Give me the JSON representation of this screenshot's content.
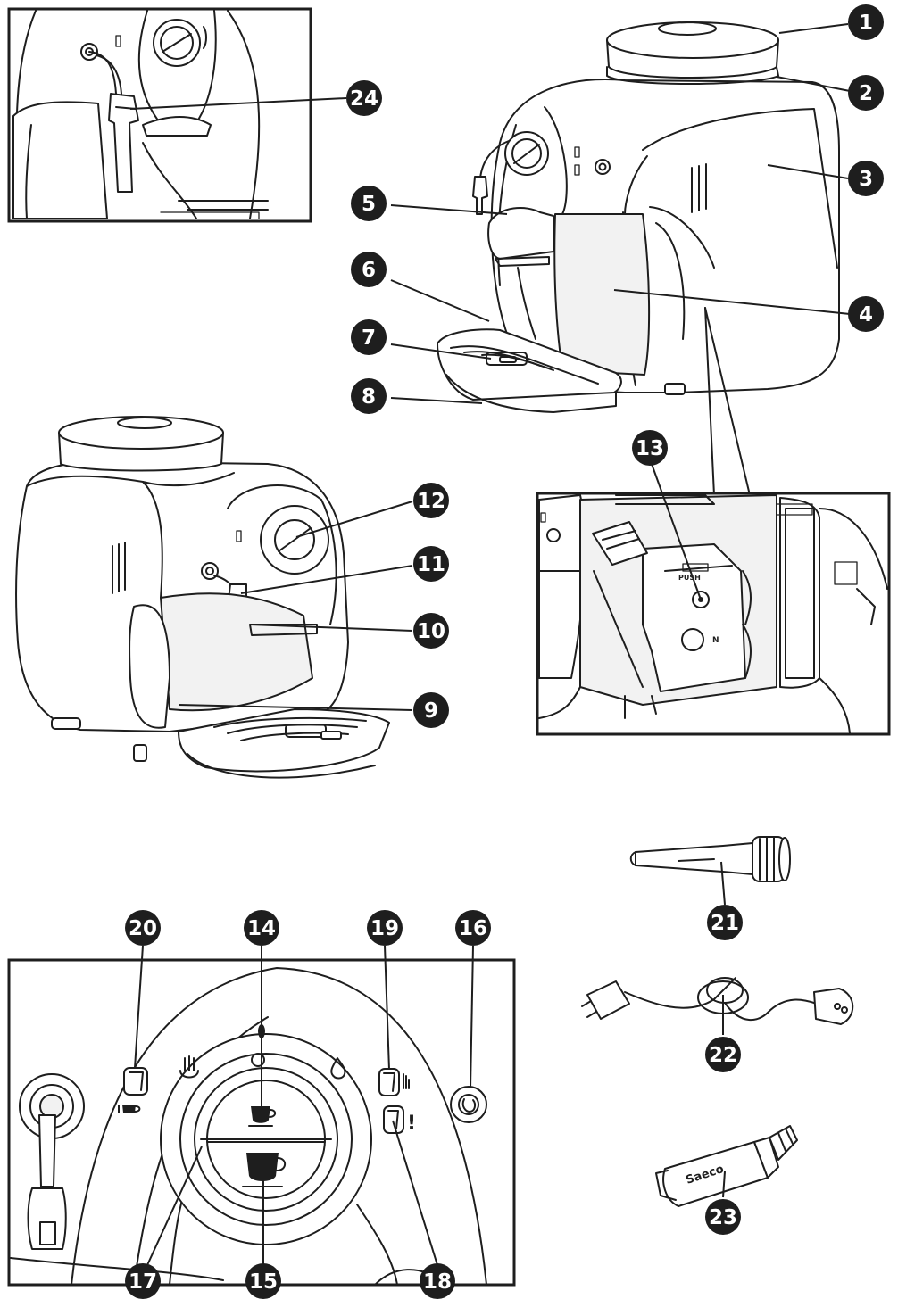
{
  "colors": {
    "ink": "#1e1e1e",
    "background": "#ffffff",
    "badge_fill": "#1e1e1e",
    "badge_text": "#ffffff"
  },
  "callouts": [
    {
      "id": "1",
      "label": "1"
    },
    {
      "id": "2",
      "label": "2"
    },
    {
      "id": "3",
      "label": "3"
    },
    {
      "id": "4",
      "label": "4"
    },
    {
      "id": "5",
      "label": "5"
    },
    {
      "id": "6",
      "label": "6"
    },
    {
      "id": "7",
      "label": "7"
    },
    {
      "id": "8",
      "label": "8"
    },
    {
      "id": "9",
      "label": "9"
    },
    {
      "id": "10",
      "label": "10"
    },
    {
      "id": "11",
      "label": "11"
    },
    {
      "id": "12",
      "label": "12"
    },
    {
      "id": "13",
      "label": "13"
    },
    {
      "id": "14",
      "label": "14"
    },
    {
      "id": "15",
      "label": "15"
    },
    {
      "id": "16",
      "label": "16"
    },
    {
      "id": "17",
      "label": "17"
    },
    {
      "id": "18",
      "label": "18"
    },
    {
      "id": "19",
      "label": "19"
    },
    {
      "id": "20",
      "label": "20"
    },
    {
      "id": "21",
      "label": "21"
    },
    {
      "id": "22",
      "label": "22"
    },
    {
      "id": "23",
      "label": "23"
    },
    {
      "id": "24",
      "label": "24"
    }
  ],
  "printed_text": {
    "brew_group_push": "PUSH",
    "brew_group_n": "N",
    "tube_brand": "Saeco",
    "alarm_mark": "!"
  },
  "icons": [
    "steam-icon",
    "water-drop-icon",
    "coffee-bean-icon",
    "small-cup-icon",
    "large-cup-icon",
    "descaling-icon",
    "power-button-icon"
  ]
}
